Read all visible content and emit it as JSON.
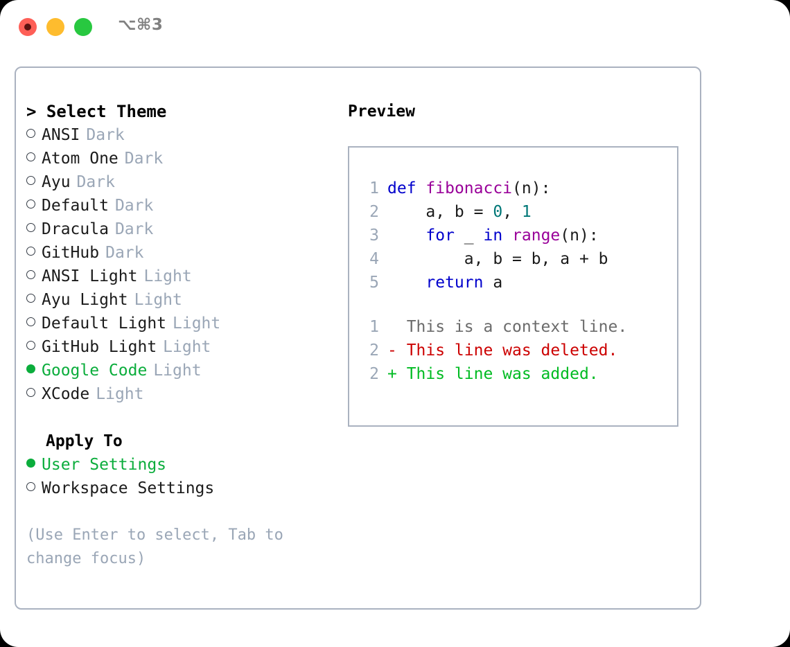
{
  "window": {
    "title": "⌥⌘3",
    "traffic_lights": [
      "close-red",
      "minimize-yellow",
      "maximize-green"
    ],
    "border_color": "#aab2c0",
    "accent_green": "#0bad3c",
    "muted_gray": "#9aa6b6"
  },
  "theme_picker": {
    "header": "> Select Theme",
    "items": [
      {
        "label": "ANSI",
        "tag": "Dark",
        "selected": false
      },
      {
        "label": "Atom One",
        "tag": "Dark",
        "selected": false
      },
      {
        "label": "Ayu",
        "tag": "Dark",
        "selected": false
      },
      {
        "label": "Default",
        "tag": "Dark",
        "selected": false
      },
      {
        "label": "Dracula",
        "tag": "Dark",
        "selected": false
      },
      {
        "label": "GitHub",
        "tag": "Dark",
        "selected": false
      },
      {
        "label": "ANSI Light",
        "tag": "Light",
        "selected": false
      },
      {
        "label": "Ayu Light",
        "tag": "Light",
        "selected": false
      },
      {
        "label": "Default Light",
        "tag": "Light",
        "selected": false
      },
      {
        "label": "GitHub Light",
        "tag": "Light",
        "selected": false
      },
      {
        "label": "Google Code",
        "tag": "Light",
        "selected": true
      },
      {
        "label": "XCode",
        "tag": "Light",
        "selected": false
      }
    ]
  },
  "apply_to": {
    "title": "Apply To",
    "items": [
      {
        "label": "User Settings",
        "selected": true
      },
      {
        "label": "Workspace Settings",
        "selected": false
      }
    ]
  },
  "hint": "(Use Enter to select, Tab to change focus)",
  "preview": {
    "title": "Preview",
    "code_lines": [
      {
        "num": "1",
        "tokens": [
          {
            "t": "def",
            "c": "kw"
          },
          {
            "t": " ",
            "c": "pn"
          },
          {
            "t": "fibonacci",
            "c": "fn"
          },
          {
            "t": "(n):",
            "c": "pn"
          }
        ]
      },
      {
        "num": "2",
        "tokens": [
          {
            "t": "    a, b = ",
            "c": "pn"
          },
          {
            "t": "0",
            "c": "num"
          },
          {
            "t": ", ",
            "c": "pn"
          },
          {
            "t": "1",
            "c": "num"
          }
        ]
      },
      {
        "num": "3",
        "tokens": [
          {
            "t": "    ",
            "c": "pn"
          },
          {
            "t": "for",
            "c": "kw"
          },
          {
            "t": " _ ",
            "c": "pn"
          },
          {
            "t": "in",
            "c": "kw"
          },
          {
            "t": " ",
            "c": "pn"
          },
          {
            "t": "range",
            "c": "fn"
          },
          {
            "t": "(n):",
            "c": "pn"
          }
        ]
      },
      {
        "num": "4",
        "tokens": [
          {
            "t": "        a, b = b, a + b",
            "c": "pn"
          }
        ]
      },
      {
        "num": "5",
        "tokens": [
          {
            "t": "    ",
            "c": "pn"
          },
          {
            "t": "return",
            "c": "kw"
          },
          {
            "t": " a",
            "c": "pn"
          }
        ]
      }
    ],
    "diff_lines": [
      {
        "num": "1",
        "text": "  This is a context line.",
        "kind": "diff-ctx"
      },
      {
        "num": "2",
        "text": "- This line was deleted.",
        "kind": "diff-del"
      },
      {
        "num": "2",
        "text": "+ This line was added.",
        "kind": "diff-add"
      }
    ]
  }
}
